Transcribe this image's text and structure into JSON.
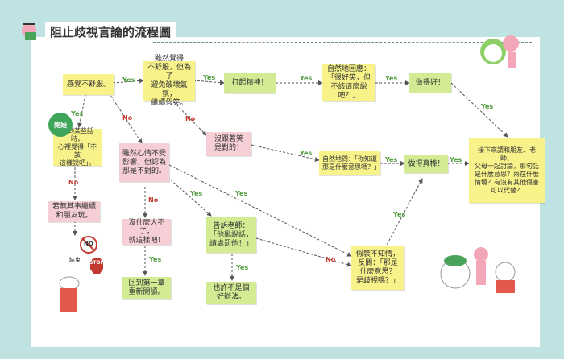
{
  "title": "阻止歧視言論的流程圖",
  "nodes": {
    "n1": "感覺不舒服。",
    "n2": "雖然覺得\n不舒服，但為了\n避免破壞氣氛，\n繼續假笑。",
    "n3": "打起精神！",
    "n4": "自然地回應：\n「很好笑，但\n不該這麼說\n吧？」",
    "n5": "做得好！",
    "n6": "聽到某些話時，\n心裡覺得「不該\n這樣說吧」。",
    "n7": "沒跟著笑\n是對的！",
    "n8": "雖然心情不受\n影響，但認為\n那是不對的。",
    "n9": "自然地問：「你知道\n那是什麼意思嗎？」",
    "n10": "做得真棒！",
    "n11": "接下來請和朋友、老師、\n父母一起討論，那句話\n是什麼意思？兩在什麼\n情境？有沒有其他傷害\n可以代替？",
    "n12": "若無其事繼續\n和朋友玩。",
    "n13": "沒什麼大不了，\n就這樣吧！",
    "n14": "告訴老師：\n「他亂說話，\n請處罰他！」",
    "n15": "假裝不知情，\n反問：「那是\n什麼意思？\n是歧視嗎？」",
    "n16": "回到第一章\n重新閱讀。",
    "n17": "也許不是個\n好辦法。"
  },
  "labels": {
    "yes": "Yes",
    "no": "No",
    "bubble": "開始",
    "end": "結束",
    "stop_sign": "STOP",
    "no_sign": "NO"
  },
  "colors": {
    "background": "#bfe3e3",
    "yellow_note": "#f7f28a",
    "green_note": "#d3ec93",
    "pink_note": "#f6cfd6",
    "yes": "#4c9a3a",
    "no": "#c4392f"
  }
}
